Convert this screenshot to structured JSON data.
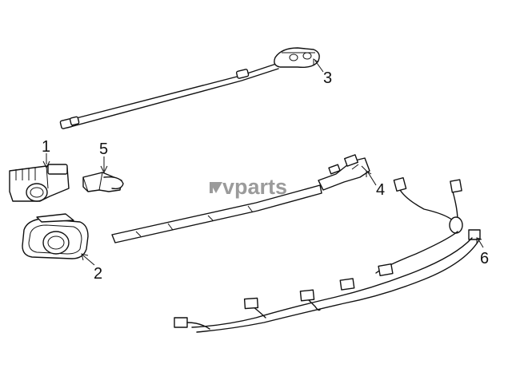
{
  "watermark": {
    "text": "vparts",
    "brand_color": "#7a7a7a"
  },
  "callouts": [
    {
      "id": "1",
      "label": "1"
    },
    {
      "id": "2",
      "label": "2"
    },
    {
      "id": "3",
      "label": "3"
    },
    {
      "id": "4",
      "label": "4"
    },
    {
      "id": "5",
      "label": "5"
    },
    {
      "id": "6",
      "label": "6"
    }
  ],
  "colors": {
    "line": "#111111",
    "background": "#ffffff"
  }
}
